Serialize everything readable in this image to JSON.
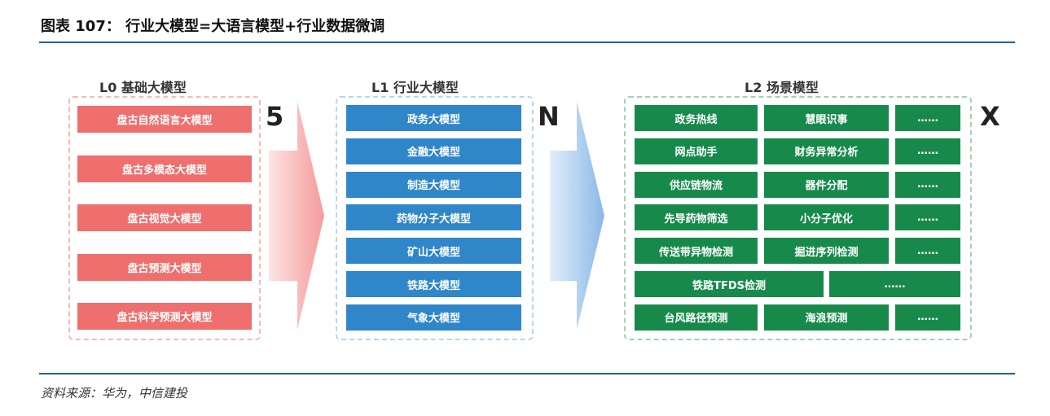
{
  "title": "图表 107：   行业大模型=大语言模型+行业数据微调",
  "l0": {
    "label": "L0  基础大模型",
    "multiplier": "5",
    "items": [
      "盘古自然语言大模型",
      "盘古多模态大模型",
      "盘古视觉大模型",
      "盘古预测大模型",
      "盘古科学预测大模型"
    ]
  },
  "l1": {
    "label": "L1  行业大模型",
    "multiplier": "N",
    "items": [
      "政务大模型",
      "金融大模型",
      "制造大模型",
      "药物分子大模型",
      "矿山大模型",
      "铁路大模型",
      "气象大模型"
    ]
  },
  "l2": {
    "label": "L2  场景模型",
    "multiplier": "X",
    "rows": [
      [
        "政务热线",
        "慧眼识事",
        "……"
      ],
      [
        "网点助手",
        "财务异常分析",
        "……"
      ],
      [
        "供应链物流",
        "器件分配",
        "……"
      ],
      [
        "先导药物筛选",
        "小分子优化",
        "……"
      ],
      [
        "传送带异物检测",
        "掘进序列检测",
        "……"
      ],
      [
        "铁路TFDS检测",
        "……"
      ],
      [
        "台风路径预测",
        "海浪预测",
        "……"
      ]
    ]
  },
  "source": "资料来源：华为，中信建投",
  "colors": {
    "l0": "#ee6f6d",
    "l1": "#2f86c9",
    "l2": "#178a4b",
    "rule": "#1f5f8f"
  }
}
